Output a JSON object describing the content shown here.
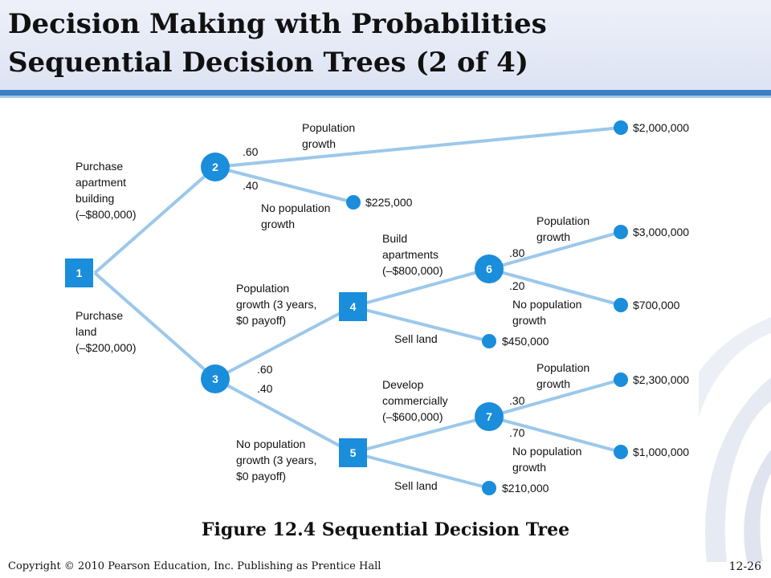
{
  "title": {
    "line1": "Decision Making with Probabilities",
    "line2": "Sequential Decision Trees (2 of 4)"
  },
  "caption": "Figure 12.4  Sequential Decision Tree",
  "footer": {
    "copyright": "Copyright © 2010 Pearson Education, Inc. Publishing as Prentice Hall",
    "slide_number": "12-26"
  },
  "colors": {
    "branch": "#9cc8ea",
    "node": "#1a8ddb",
    "title_rule": "#3a7fc7"
  },
  "tree": {
    "decision_nodes": [
      "1",
      "4",
      "5"
    ],
    "chance_nodes": [
      "2",
      "3",
      "6",
      "7"
    ],
    "branch_labels": {
      "purchase_apartment": [
        "Purchase",
        "apartment",
        "building",
        "(–$800,000)"
      ],
      "purchase_land": [
        "Purchase",
        "land",
        "(–$200,000)"
      ],
      "n2_growth": [
        "Population",
        "growth"
      ],
      "n2_no_growth": [
        "No population",
        "growth"
      ],
      "n3_growth": [
        "Population",
        "growth (3 years,",
        "$0 payoff)"
      ],
      "n3_no_growth": [
        "No population",
        "growth (3 years,",
        "$0 payoff)"
      ],
      "build_apartments": [
        "Build",
        "apartments",
        "(–$800,000)"
      ],
      "sell_land_4": "Sell land",
      "develop_commercially": [
        "Develop",
        "commercially",
        "(–$600,000)"
      ],
      "sell_land_5": "Sell land",
      "n6_growth": [
        "Population",
        "growth"
      ],
      "n6_no_growth": [
        "No population",
        "growth"
      ],
      "n7_growth": [
        "Population",
        "growth"
      ],
      "n7_no_growth": [
        "No population",
        "growth"
      ]
    },
    "probabilities": {
      "n2_growth": ".60",
      "n2_no_growth": ".40",
      "n3_growth": ".60",
      "n3_no_growth": ".40",
      "n6_growth": ".80",
      "n6_no_growth": ".20",
      "n7_growth": ".30",
      "n7_no_growth": ".70"
    },
    "payoffs": {
      "n2_growth": "$2,000,000",
      "n2_no_growth": "$225,000",
      "sell_land_4": "$450,000",
      "n6_growth": "$3,000,000",
      "n6_no_growth": "$700,000",
      "sell_land_5": "$210,000",
      "n7_growth": "$2,300,000",
      "n7_no_growth": "$1,000,000"
    }
  }
}
